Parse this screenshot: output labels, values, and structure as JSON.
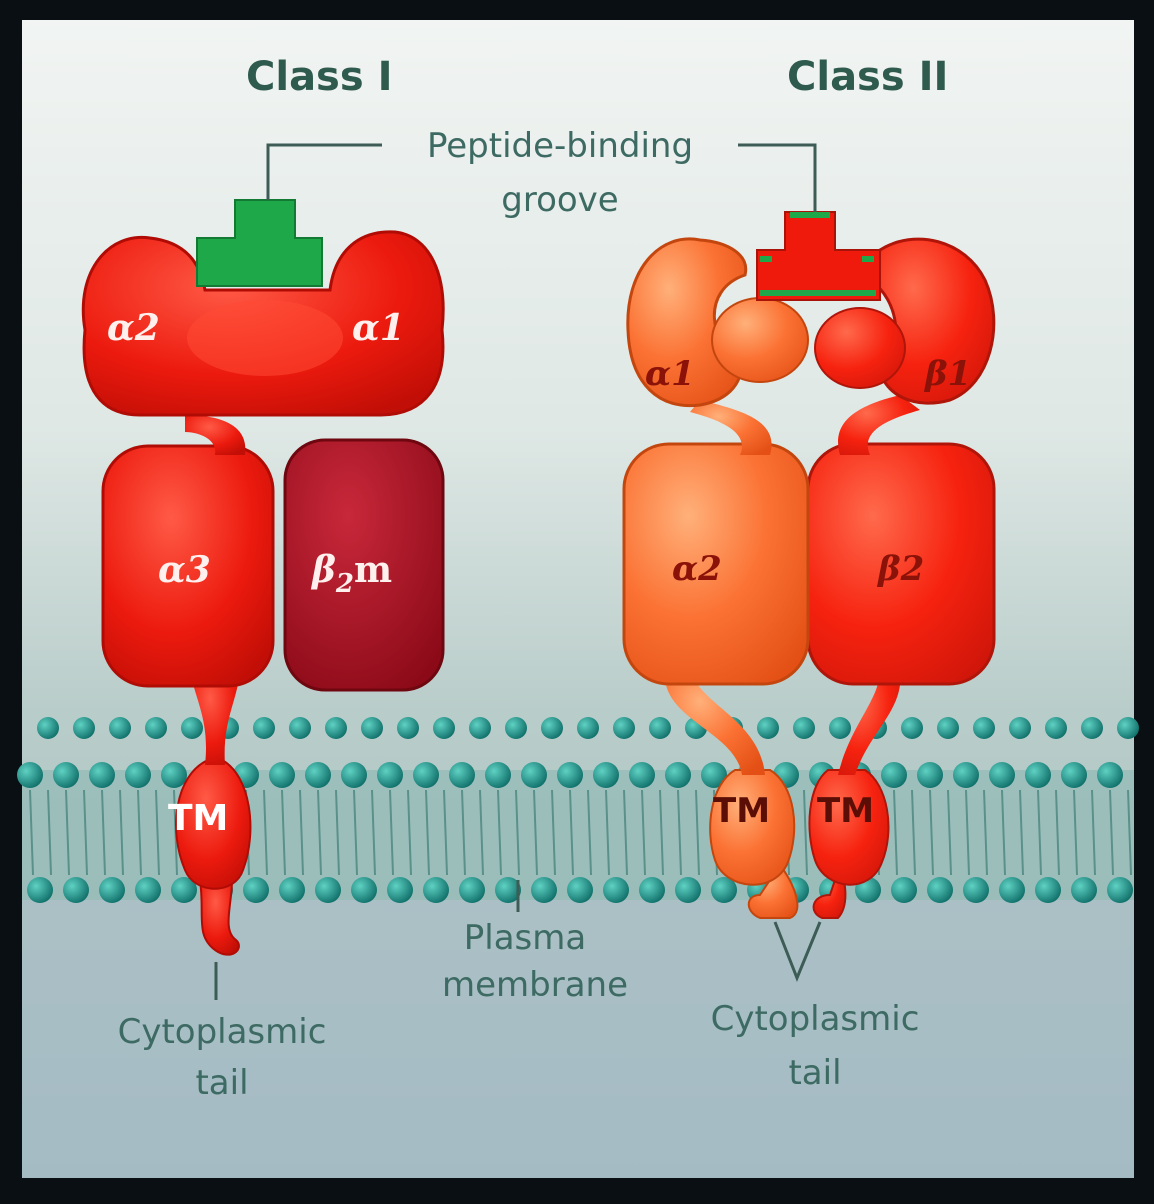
{
  "titles": {
    "class1": "Class I",
    "class2": "Class II"
  },
  "groove_label": {
    "line1": "Peptide-binding",
    "line2": "groove"
  },
  "class1": {
    "domains": {
      "alpha1": "α1",
      "alpha2": "α2",
      "alpha3": "α3",
      "beta2m_beta": "β",
      "beta2m_sub": "2",
      "beta2m_m": "m"
    },
    "tm": "TM",
    "tail_label": {
      "line1": "Cytoplasmic",
      "line2": "tail"
    }
  },
  "class2": {
    "domains": {
      "alpha1": "α1",
      "beta1": "β1",
      "alpha2": "α2",
      "beta2": "β2"
    },
    "tm_alpha": "TM",
    "tm_beta": "TM",
    "tail_label": {
      "line1": "Cytoplasmic",
      "line2": "tail"
    }
  },
  "membrane_label": {
    "line1": "Plasma",
    "line2": "membrane"
  },
  "colors": {
    "class1_red": "#e8180c",
    "beta2m_maroon": "#a8101a",
    "class2_orange": "#f86a2a",
    "class2_red": "#f41e10",
    "groove_green": "#1fa84a",
    "membrane_teal": "#1c8a80",
    "title_green": "#2f5a4e"
  }
}
